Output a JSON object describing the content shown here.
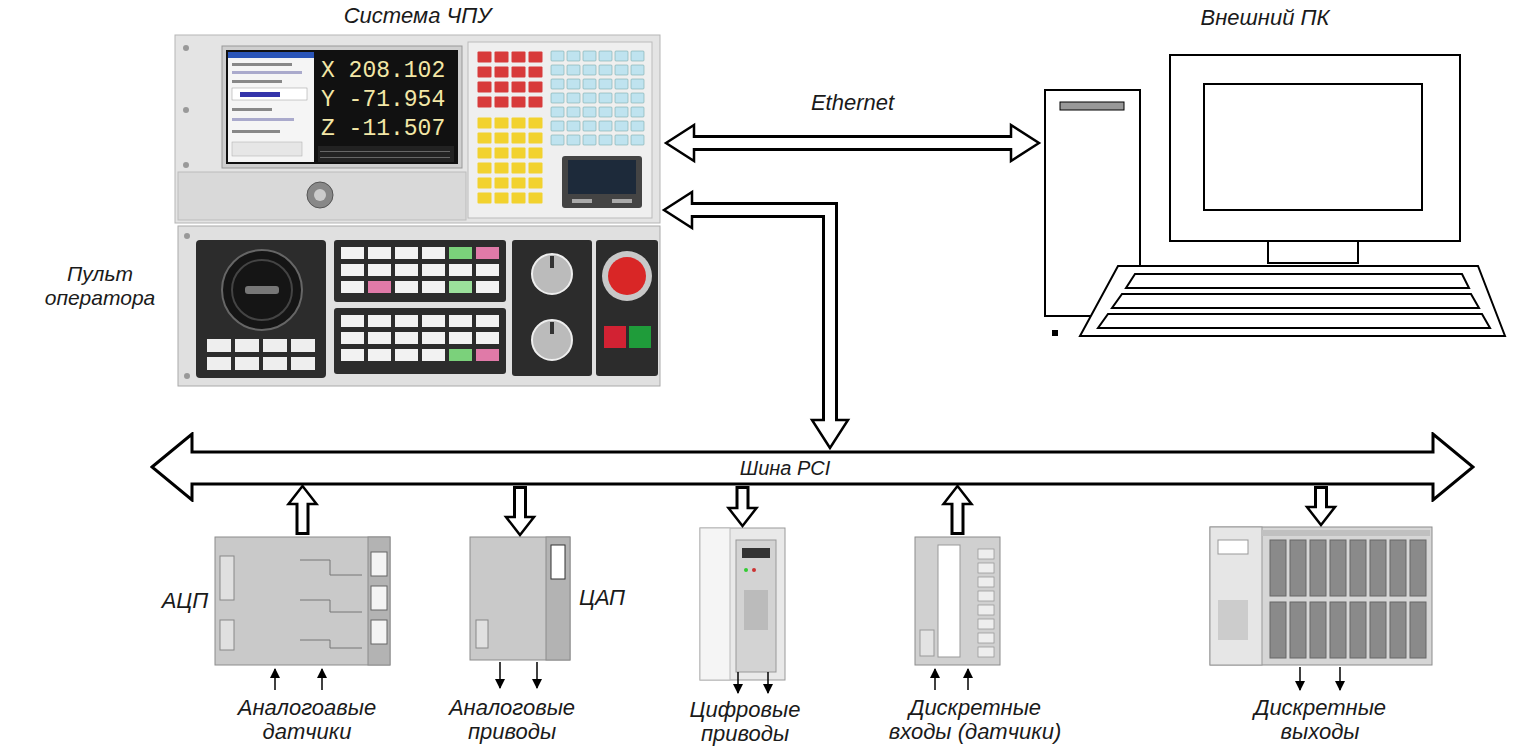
{
  "diagram": {
    "nodes": [
      {
        "text": [
          "Система ЧПУ"
        ]
      },
      {
        "text": [
          "Пульт оператора"
        ],
        "in": 0
      },
      {
        "text": [
          "Внешний ПК"
        ]
      },
      {
        "text": [
          "Шина PCI"
        ]
      },
      {
        "text": [
          "АЦП",
          "Аналогоавые датчики"
        ]
      },
      {
        "text": [
          "ЦАП",
          "Аналоговые приводы"
        ]
      },
      {
        "text": [
          "Цифровые приводы"
        ]
      },
      {
        "text": [
          "Дискретные входы (датчики)"
        ]
      },
      {
        "text": [
          "Дискретные выходы"
        ]
      }
    ],
    "edges": [
      {
        "from": 0,
        "to": 2,
        "arrow": "both",
        "label": "Ethernet"
      },
      {
        "from": 0,
        "to": 3,
        "arrow": "both"
      },
      {
        "from": 4,
        "to": 3,
        "arrow": "to"
      },
      {
        "from": 3,
        "to": 5,
        "arrow": "to"
      },
      {
        "from": 3,
        "to": 6,
        "arrow": "to"
      },
      {
        "from": 7,
        "to": 3,
        "arrow": "to"
      },
      {
        "from": 3,
        "to": 8,
        "arrow": "to"
      }
    ],
    "labels": [
      "X 208.102",
      "Y -71.954",
      "Z -11.507"
    ]
  }
}
